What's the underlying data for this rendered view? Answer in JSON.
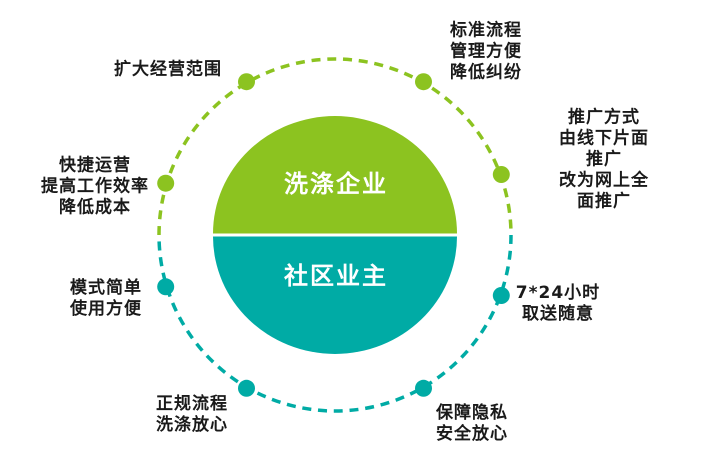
{
  "colors": {
    "green": "#8CC320",
    "teal": "#00ABA5"
  },
  "center_circle": {
    "top": "洗涤企业",
    "bottom": "社区业主"
  },
  "callouts": {
    "expand_scope": "扩大经营范围",
    "standard_process": "标准流程\n管理方便\n降低纠纷",
    "promotion": "推广方式\n由线下片面推广\n改为网上全面推广",
    "fast_operation": "快捷运营\n提高工作效率\n降低成本",
    "simple_model": "模式简单\n使用方便",
    "formal_process": "正规流程\n洗涤放心",
    "service_hours": "7*24小时\n取送随意",
    "privacy": "保障隐私\n安全放心"
  }
}
